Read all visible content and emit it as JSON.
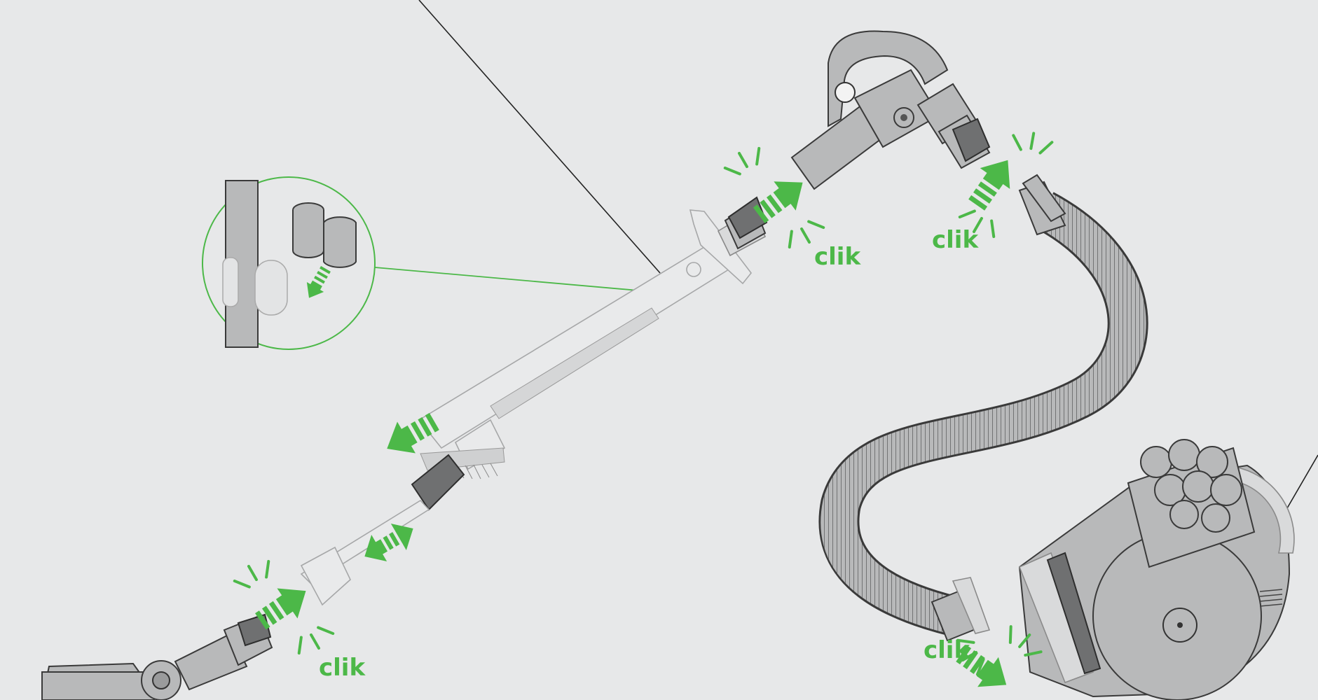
{
  "labels": {
    "clik_top_wand": "clik",
    "clik_top_hose": "clik",
    "clik_bottom_floorhead": "clik",
    "clik_bottom_machine": "clik"
  },
  "colors": {
    "background": "#e7e8e9",
    "accent_green": "#4cb848",
    "part_grey": "#b8b9ba",
    "outline": "#3a3a3a"
  },
  "icons": {
    "arrow": "arrow-icon",
    "click_burst": "click-burst-icon"
  }
}
